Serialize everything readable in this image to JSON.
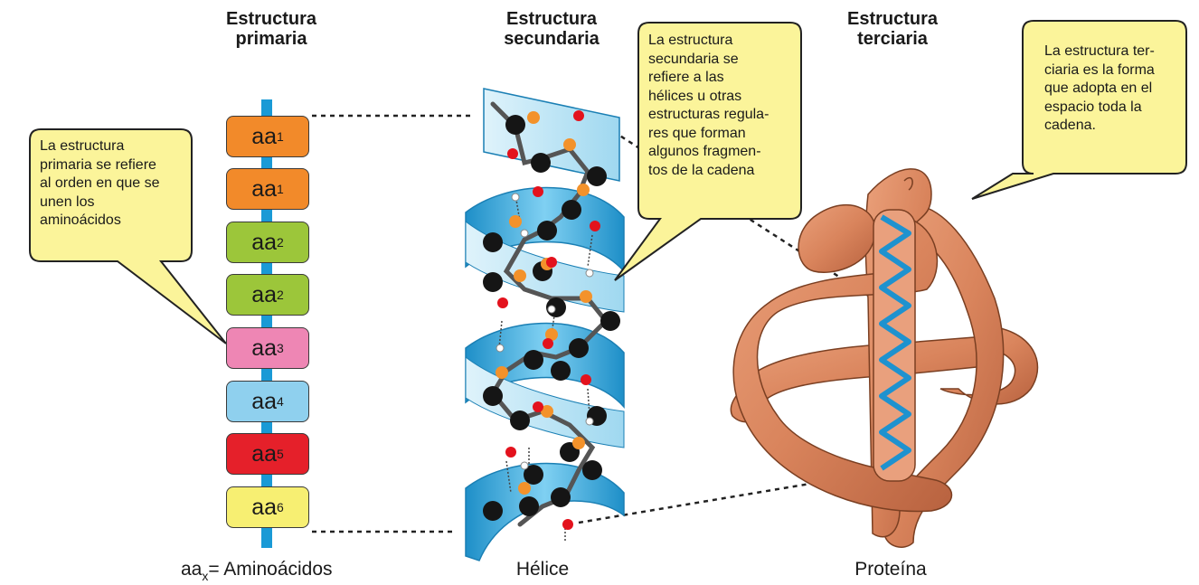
{
  "titles": {
    "primary_line1": "Estructura",
    "primary_line2": "primaria",
    "secondary_line1": "Estructura",
    "secondary_line2": "secundaria",
    "tertiary_line1": "Estructura",
    "tertiary_line2": "terciaria"
  },
  "bubbles": {
    "primary": [
      "La estructura",
      "primaria se refiere",
      "al orden en que se",
      "unen los",
      "aminoácidos"
    ],
    "secondary": [
      "La estructura",
      "secundaria se",
      "refiere a las",
      "hélices u otras",
      "estructuras regula-",
      "res que forman",
      "algunos fragmen-",
      "tos de la cadena"
    ],
    "tertiary": [
      "La estructura ter-",
      "ciaria es la forma",
      "que adopta en el",
      "espacio toda la",
      "cadena."
    ]
  },
  "amino_acids": [
    {
      "base": "aa",
      "sub": "1",
      "color": "#f28a2a"
    },
    {
      "base": "aa",
      "sub": "1",
      "color": "#f28a2a"
    },
    {
      "base": "aa",
      "sub": "2",
      "color": "#9cc63a"
    },
    {
      "base": "aa",
      "sub": "2",
      "color": "#9cc63a"
    },
    {
      "base": "aa",
      "sub": "3",
      "color": "#ee86b4"
    },
    {
      "base": "aa",
      "sub": "4",
      "color": "#8fd0ee"
    },
    {
      "base": "aa",
      "sub": "5",
      "color": "#e5202a"
    },
    {
      "base": "aa",
      "sub": "6",
      "color": "#f7ef72"
    }
  ],
  "legend": {
    "base": "aa",
    "sub": "x",
    "text": "= Aminoácidos"
  },
  "captions": {
    "helix": "Hélice",
    "protein": "Proteína"
  },
  "colors": {
    "bubble": "#fbf49a",
    "chain": "#1a9ad6",
    "helix": "#2ba4da",
    "protein": "#d9845c"
  }
}
